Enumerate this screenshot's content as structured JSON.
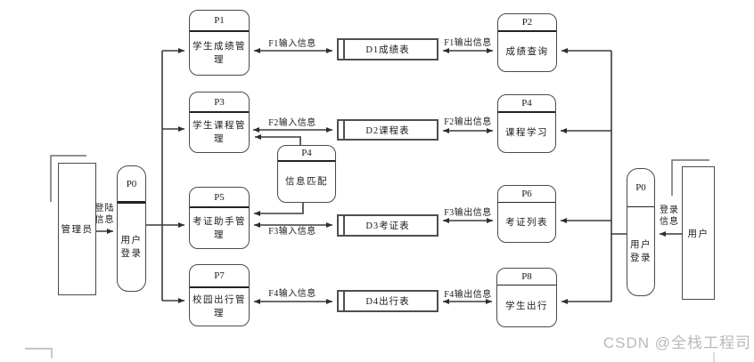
{
  "diagram": {
    "type": "data-flow-diagram",
    "watermark": "CSDN @全栈工程司"
  },
  "entities": {
    "admin": {
      "label": "管理员"
    },
    "user": {
      "label": "用户"
    }
  },
  "processes": {
    "p0_left": {
      "id": "P0",
      "label": "用户登录"
    },
    "p1": {
      "id": "P1",
      "label": "学生成绩管理"
    },
    "p3": {
      "id": "P3",
      "label": "学生课程管理"
    },
    "p4_mid": {
      "id": "P4",
      "label": "信息匹配"
    },
    "p5": {
      "id": "P5",
      "label": "考证助手管理"
    },
    "p7": {
      "id": "P7",
      "label": "校园出行管理"
    },
    "p2": {
      "id": "P2",
      "label": "成绩查询"
    },
    "p4_right": {
      "id": "P4",
      "label": "课程学习"
    },
    "p6": {
      "id": "P6",
      "label": "考证列表"
    },
    "p8": {
      "id": "P8",
      "label": "学生出行"
    },
    "p0_right": {
      "id": "P0",
      "label": "用户登录"
    }
  },
  "stores": {
    "d1": {
      "label": "D1成绩表"
    },
    "d2": {
      "label": "D2课程表"
    },
    "d3": {
      "label": "D3考证表"
    },
    "d4": {
      "label": "D4出行表"
    }
  },
  "flows": {
    "f1_in": "F1输入信息",
    "f1_out": "F1输出信息",
    "f2_in": "F2输入信息",
    "f2_out": "F2输出信息",
    "f3_in": "F3输入信息",
    "f3_out": "F3输出信息",
    "f4_in": "F4输入信息",
    "f4_out": "F4输出信息",
    "login_left": "登陆信息",
    "login_right": "登录信息"
  },
  "colors": {
    "line": "#3a3a3a",
    "box_border": "#4a4a4a",
    "bracket": "#6e6e6e",
    "watermark": "#b9b9b9"
  }
}
